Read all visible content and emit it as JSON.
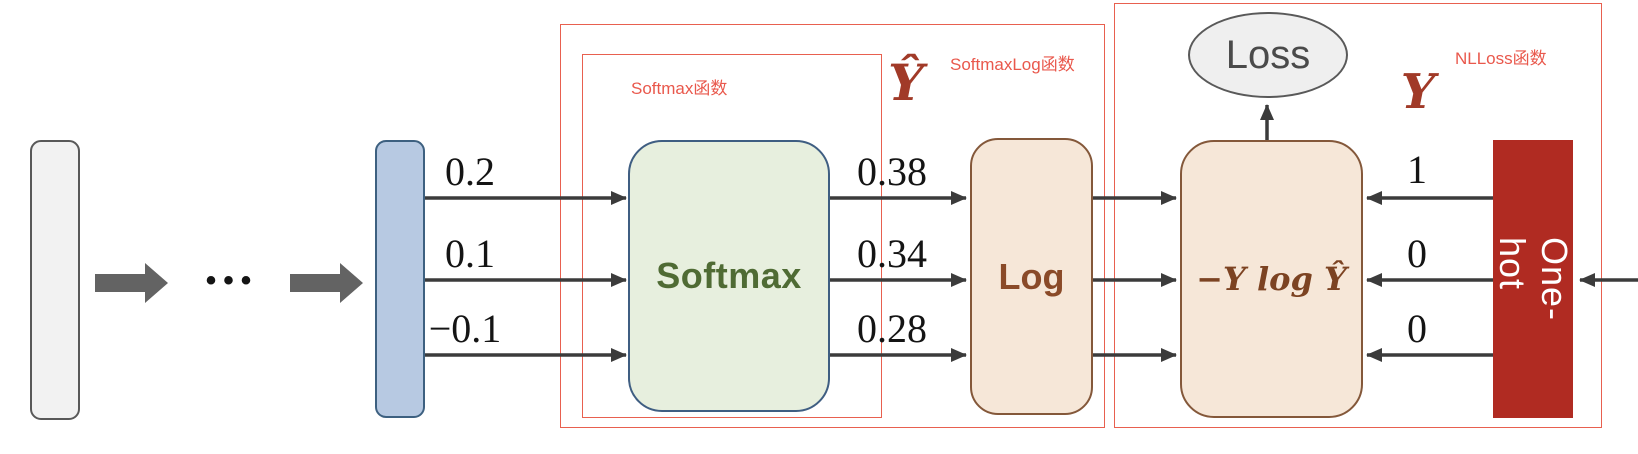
{
  "annotations": {
    "softmax_fn": "Softmax函数",
    "softmaxlog_fn": "SoftmaxLog函数",
    "nlloss_fn": "NLLoss函数"
  },
  "nodes": {
    "softmax": "Softmax",
    "log": "Log",
    "nll_formula": "−Y log Ŷ",
    "loss": "Loss",
    "onehot": "One-hot",
    "ellipsis": "•••"
  },
  "math_symbols": {
    "y_hat": "Ŷ",
    "y_true": "Y"
  },
  "values": {
    "logits": [
      "0.2",
      "0.1",
      "−0.1"
    ],
    "softmax_outputs": [
      "0.38",
      "0.34",
      "0.28"
    ],
    "onehot_values": [
      "1",
      "0",
      "0"
    ]
  },
  "colors": {
    "annotation_red": "#e8604f",
    "symbol_red": "#a13a28",
    "onehot_fill": "#b02b22",
    "softmax_fill": "#e7efde",
    "softmax_border": "#3f5e82",
    "softmax_text": "#4f6b34",
    "tan_fill": "#f6e7d8",
    "tan_border": "#84583a",
    "brown_text": "#8a4a28",
    "blue_bar_fill": "#b7c9e2",
    "gray_fill": "#f2f2f2",
    "arrow_gray": "#3b3b3b"
  }
}
